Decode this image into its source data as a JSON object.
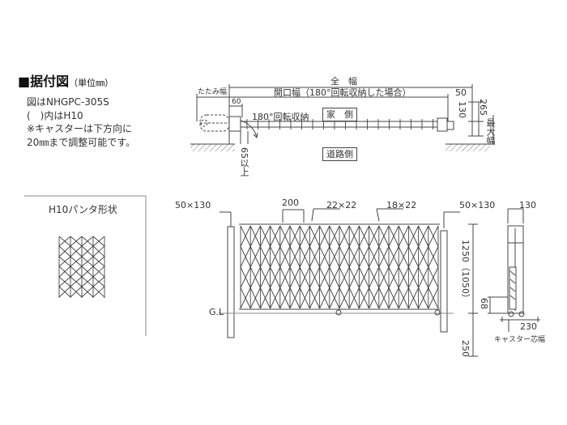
{
  "heading": {
    "title": "■据付図",
    "unit": "（単位㎜）"
  },
  "notes": [
    "図はNHGPC-305S",
    "(　)内はH10",
    "※キャスターは下方向に",
    "20㎜まで調整可能です。"
  ],
  "plan": {
    "total_width": "全　幅",
    "opening_width": "開口幅（180°回転収納した場合）",
    "folded_width": "たたみ幅",
    "dim_50": "50",
    "dim_60": "60",
    "rotate_label": "180°回転収納",
    "house_side": "家　側",
    "road_side": "道路側",
    "dim_130": "130",
    "dim_265": "265",
    "max_width": "最大幅",
    "offset": "65以上"
  },
  "panta": {
    "title": "H10パンタ形状"
  },
  "elevation": {
    "post_left": "50×130",
    "pitch": "200",
    "bar_22x22": "22×22",
    "bar_18x22": "18×22",
    "post_right": "50×130",
    "height": "1250（1050）",
    "gl": "G.L",
    "depth": "250"
  },
  "side": {
    "width": "130",
    "dim_68": "68",
    "dim_230": "230",
    "caster_center": "キャスター芯幅"
  },
  "colors": {
    "line": "#444444",
    "dim_line": "#666666",
    "ground": "#888888"
  }
}
